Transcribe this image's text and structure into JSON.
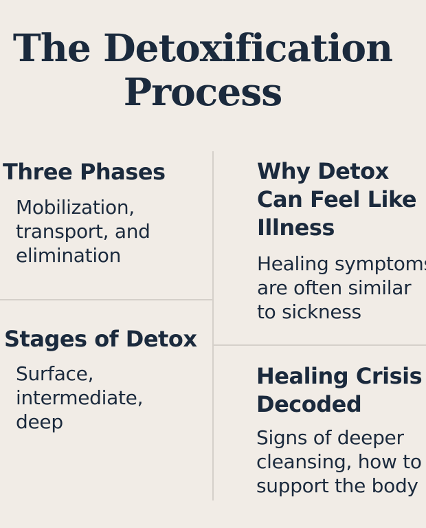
{
  "title": {
    "line1": "The Detoxification",
    "line2": "Process"
  },
  "sections": {
    "three_phases": {
      "heading": "Three Phases",
      "body": "Mobilization,\ntransport, and\nelimination"
    },
    "stages": {
      "heading": "Stages of Detox",
      "body": "Surface,\nintermediate,\ndeep"
    },
    "why_illness": {
      "heading_line1": "Why Detox",
      "heading_line2": "Can Feel Like",
      "heading_line3": "Illness",
      "body": "Healing symptoms\nare often similar\nto sickness"
    },
    "healing_crisis": {
      "heading_line1": "Healing Crisis",
      "heading_line2": "Decoded",
      "body": "Signs of deeper\ncleansing, how to\nsupport the body"
    }
  },
  "colors": {
    "background": "#f1ece6",
    "text": "#1b2a3d",
    "divider": "#d5d0ca"
  }
}
